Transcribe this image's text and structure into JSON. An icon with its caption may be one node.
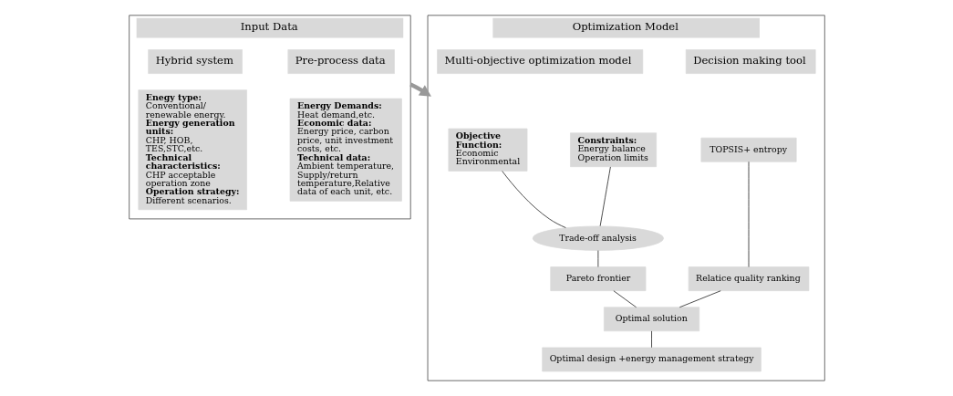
{
  "diagram": {
    "nodes": [
      {
        "text": [
          "Input Data"
        ]
      },
      {
        "text": [
          "Pre-process data"
        ],
        "in": 0
      },
      {
        "text": [
          "Energy Demands:",
          "Heat demand,etc.",
          "Economic data:",
          "Energy price, carbon price, unit investment costs, etc.",
          "Technical data:",
          "Ambient temperature, Supply/return temperature,Relative data of each unit, etc."
        ],
        "in": 0
      },
      {
        "text": [
          "Hybrid system"
        ],
        "in": 0
      },
      {
        "text": [
          "Enegy type:",
          "Conventional/ renewable energy.",
          "Energy generation units:",
          "CHP, HOB, TES,STC,etc.",
          "Technical characteristics:",
          "CHP acceptable operation zone",
          "Operation strategy:",
          "Different scenarios."
        ],
        "in": 0
      },
      {
        "text": [
          "Optimization Model"
        ]
      },
      {
        "text": [
          "Multi-objective optimization model"
        ],
        "in": 5
      },
      {
        "text": [
          "Decision making tool"
        ],
        "in": 5
      },
      {
        "text": [
          "Objective Function:",
          "Economic Environmental"
        ],
        "in": 5
      },
      {
        "text": [
          "Constraints:",
          "Energy balance Operation limits"
        ],
        "in": 5
      },
      {
        "text": [
          "TOPSIS+ entropy"
        ],
        "in": 5
      },
      {
        "text": [
          "Trade-off analysis"
        ],
        "in": 5
      },
      {
        "text": [
          "Pareto frontier"
        ],
        "in": 5
      },
      {
        "text": [
          "Relatice quality ranking"
        ],
        "in": 5
      },
      {
        "text": [
          "Optimal solution"
        ],
        "in": 5
      },
      {
        "text": [
          "Optimal design +energy management strategy"
        ],
        "in": 5
      }
    ],
    "edges": [
      {
        "from": 0,
        "to": 5,
        "arrow": "to",
        "style": "thick",
        "color": "#999999"
      },
      {
        "from": 8,
        "to": 11,
        "arrow": "none"
      },
      {
        "from": 9,
        "to": 11,
        "arrow": "none"
      },
      {
        "from": 11,
        "to": 12,
        "arrow": "none"
      },
      {
        "from": 10,
        "to": 13,
        "arrow": "none"
      },
      {
        "from": 12,
        "to": 14,
        "arrow": "none"
      },
      {
        "from": 13,
        "to": 14,
        "arrow": "none"
      },
      {
        "from": 14,
        "to": 15,
        "arrow": "none"
      }
    ]
  }
}
